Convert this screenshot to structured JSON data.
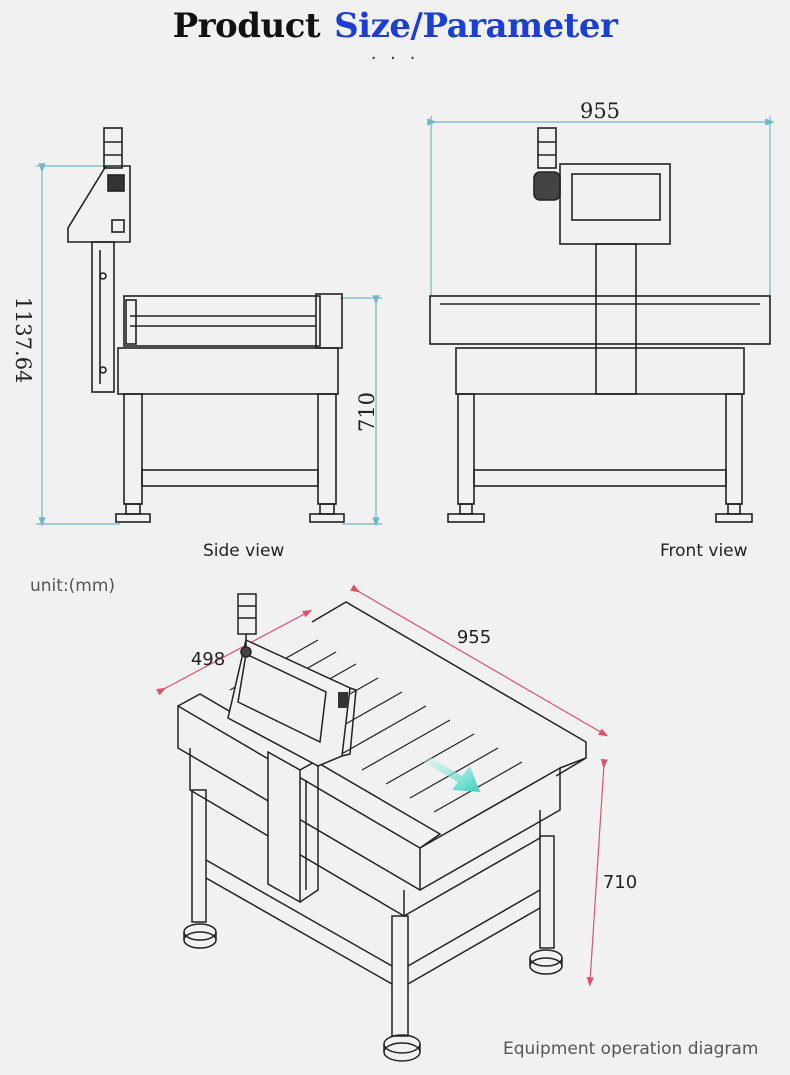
{
  "header": {
    "title_part1": "Product",
    "title_part2": "Size/Parameter",
    "dots": "· · ·"
  },
  "side_view": {
    "caption": "Side view",
    "height_dim": "1137.64",
    "table_height_dim": "710"
  },
  "front_view": {
    "caption": "Front view",
    "width_dim": "955"
  },
  "unit_label": "unit:(mm)",
  "iso_view": {
    "length_dim": "955",
    "width_dim": "498",
    "height_dim": "710",
    "caption": "Equipment operation diagram"
  },
  "colors": {
    "title_accent": "#1b3fd0",
    "dim_blue": "#6fb7c9",
    "dim_red": "#e0506f",
    "arrow_teal": "#39d0c0"
  }
}
